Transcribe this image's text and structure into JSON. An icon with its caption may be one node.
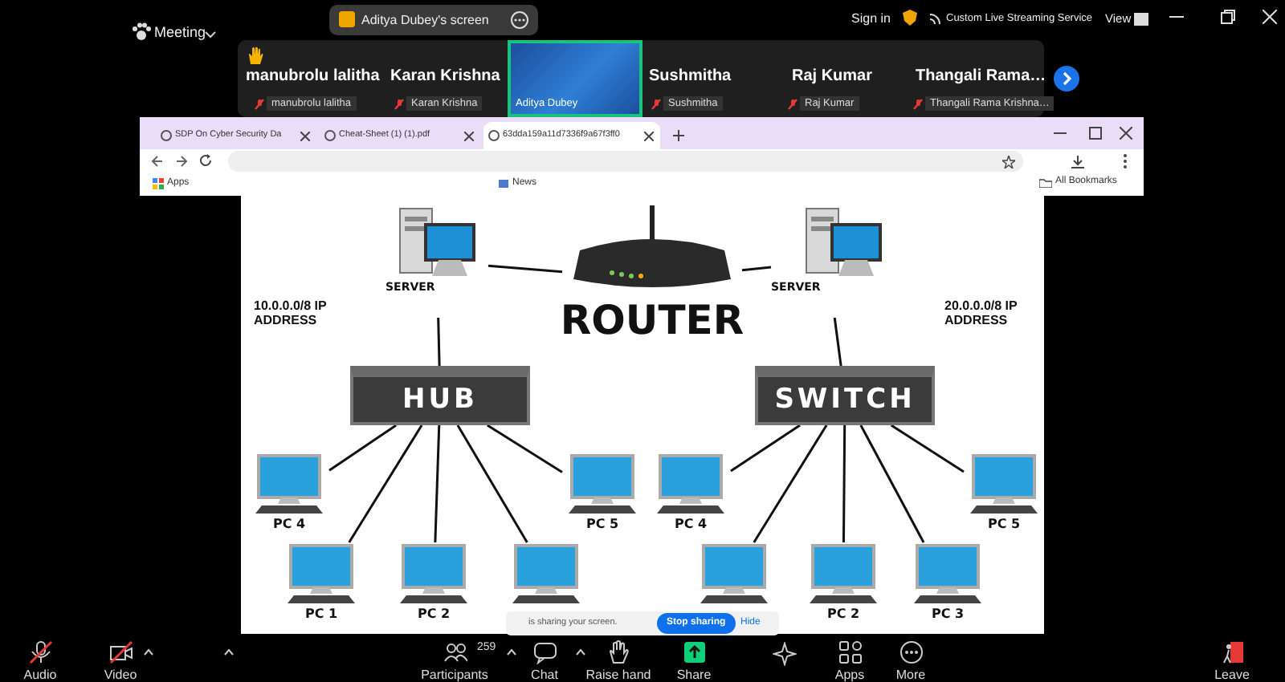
{
  "diagram": {
    "nodes": [
      {
        "text": [
          "SERVER"
        ]
      },
      {
        "text": [
          "ROUTER"
        ]
      },
      {
        "text": [
          "SERVER"
        ]
      },
      {
        "text": [
          "HUB"
        ]
      },
      {
        "text": [
          "SWITCH"
        ]
      },
      {
        "text": [
          "PC 4"
        ]
      },
      {
        "text": [
          "PC 1"
        ]
      },
      {
        "text": [
          "PC 2"
        ]
      },
      {
        "text": [],
        "shape": "computer"
      },
      {
        "text": [
          "PC 5"
        ]
      },
      {
        "text": [
          "PC 4"
        ]
      },
      {
        "text": [],
        "shape": "computer"
      },
      {
        "text": [
          "PC 2"
        ]
      },
      {
        "text": [
          "PC 3"
        ]
      },
      {
        "text": [
          "PC 5"
        ]
      }
    ],
    "edges": [
      {
        "from": 0,
        "to": 1,
        "arrow": "none"
      },
      {
        "from": 1,
        "to": 2,
        "arrow": "none"
      },
      {
        "from": 0,
        "to": 3,
        "arrow": "none"
      },
      {
        "from": 2,
        "to": 4,
        "arrow": "none"
      },
      {
        "from": 3,
        "to": 5,
        "arrow": "none"
      },
      {
        "from": 3,
        "to": 6,
        "arrow": "none"
      },
      {
        "from": 3,
        "to": 7,
        "arrow": "none"
      },
      {
        "from": 3,
        "to": 8,
        "arrow": "none"
      },
      {
        "from": 3,
        "to": 9,
        "arrow": "none"
      },
      {
        "from": 4,
        "to": 10,
        "arrow": "none"
      },
      {
        "from": 4,
        "to": 11,
        "arrow": "none"
      },
      {
        "from": 4,
        "to": 12,
        "arrow": "none"
      },
      {
        "from": 4,
        "to": 13,
        "arrow": "none"
      },
      {
        "from": 4,
        "to": 14,
        "arrow": "none"
      }
    ],
    "labels": [
      "Meeting",
      "Aditya Dubey's screen",
      "Sign in",
      "Custom Live Streaming Service",
      "View",
      "manubrolu lalitha",
      "Karan Krishna",
      "Sushmitha",
      "Raj Kumar",
      "Thangali  Rama…",
      "manubrolu lalitha",
      "Karan Krishna",
      "Aditya Dubey",
      "Sushmitha",
      "Raj Kumar",
      "Thangali Rama Krishna…",
      "SDP On Cyber Security Da",
      "Cheat-Sheet (1) (1).pdf",
      "63dda159a11d7336f9a67f3ff0",
      "Apps",
      "News",
      "All Bookmarks",
      "10.0.0.0/8 IP ADDRESS",
      "20.0.0.0/8 IP ADDRESS",
      "is sharing your screen.",
      "Stop sharing",
      "Hide",
      "Audio",
      "Video",
      "259",
      "Participants",
      "Chat",
      "Raise hand",
      "Share",
      "Apps",
      "More",
      "Leave"
    ]
  }
}
